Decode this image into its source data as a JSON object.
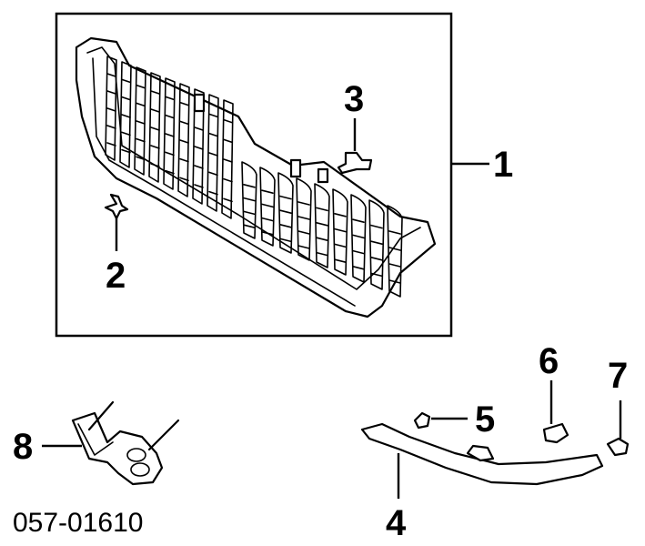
{
  "diagram": {
    "callouts": [
      {
        "id": "1",
        "label": "1"
      },
      {
        "id": "2",
        "label": "2"
      },
      {
        "id": "3",
        "label": "3"
      },
      {
        "id": "4",
        "label": "4"
      },
      {
        "id": "5",
        "label": "5"
      },
      {
        "id": "6",
        "label": "6"
      },
      {
        "id": "7",
        "label": "7"
      },
      {
        "id": "8",
        "label": "8"
      }
    ],
    "part_code": "057-01610"
  }
}
